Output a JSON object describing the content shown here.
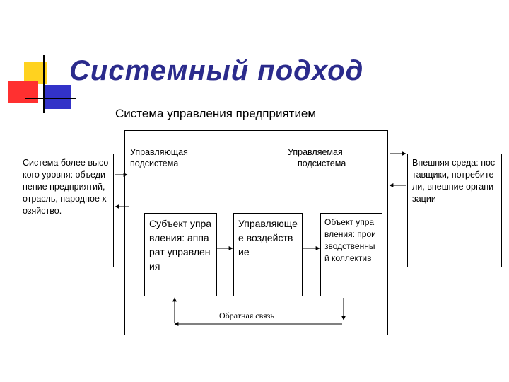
{
  "title": "Системный подход",
  "subtitle": "Система управления предприятием",
  "colors": {
    "title": "#2b2b8c",
    "logo_yellow": "#ffd21f",
    "logo_red": "#ff3030",
    "logo_blue": "#3232c8"
  },
  "diagram": {
    "left_box": "Система более высокого уровня: объединение предприятий, отрасль, народное хозяйство.",
    "right_box": "Внешняя среда: поставщики, потребители, внешние организации",
    "controlling_label_line1": "Управляющая",
    "controlling_label_line2": "подсистема",
    "controlled_label_line1": "Управляемая",
    "controlled_label_line2": "подсистема",
    "subject_box": "Субъект управления: аппарат управления",
    "influence_box": "Управляющее воздействие",
    "object_box": "Объект управления: производственный коллектив",
    "feedback_label": "Обратная связь"
  }
}
